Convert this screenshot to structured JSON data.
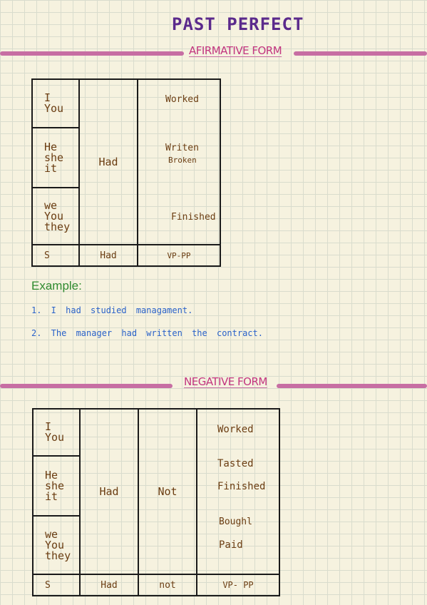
{
  "title": "PAST PERFECT",
  "affirmative": {
    "heading": "AFIRMATIVE FORM",
    "rows": [
      {
        "pronouns": [
          "I",
          "You"
        ],
        "verbs": [
          "Worked"
        ]
      },
      {
        "pronouns": [
          "He",
          "she",
          "it"
        ],
        "verbs": [
          "Writen",
          "Broken"
        ]
      },
      {
        "pronouns": [
          "we",
          "You",
          "they"
        ],
        "verbs": [
          "Finished"
        ]
      }
    ],
    "auxiliary": "Had",
    "footer": {
      "subject": "S",
      "aux": "Had",
      "verb": "VP-PP"
    }
  },
  "example": {
    "label": "Example:",
    "lines": [
      "1. I had studied managament.",
      "2. The manager had written the contract."
    ]
  },
  "negative": {
    "heading": "NEGATIVE FORM",
    "rows": [
      {
        "pronouns": [
          "I",
          "You"
        ],
        "verbs": [
          "Worked"
        ]
      },
      {
        "pronouns": [
          "He",
          "she",
          "it"
        ],
        "verbs": [
          "Tasted",
          "Finished"
        ]
      },
      {
        "pronouns": [
          "we",
          "You",
          "they"
        ],
        "verbs": [
          "Boughl",
          "Paid"
        ]
      }
    ],
    "auxiliary": "Had",
    "negation": "Not",
    "footer": {
      "subject": "S",
      "aux": "Had",
      "neg": "not",
      "verb": "VP- PP"
    }
  },
  "colors": {
    "title": "#5b2a8c",
    "heading": "#c2357f",
    "rule": "#c76ea3",
    "table_text": "#6b3d12",
    "example_label": "#2f8a2f",
    "example_text": "#2a62c9"
  }
}
